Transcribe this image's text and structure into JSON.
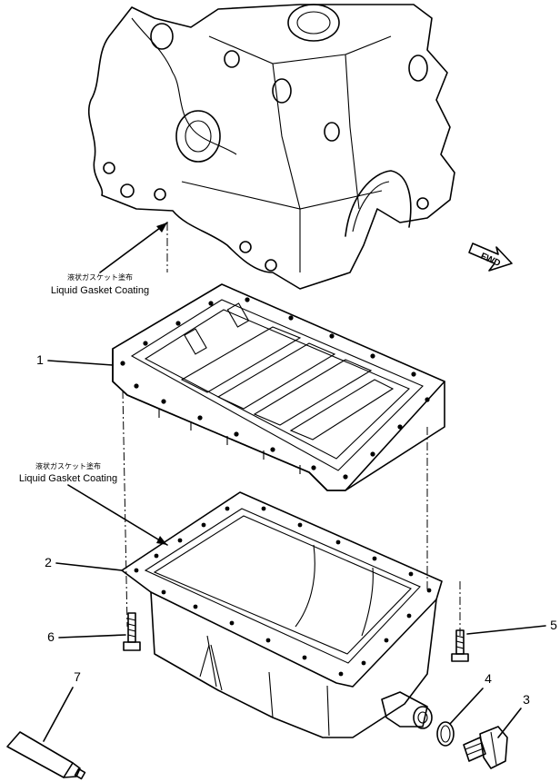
{
  "labels": {
    "coating_top_jp": "液状ガスケット塗布",
    "coating_top_en": "Liquid Gasket Coating",
    "coating_mid_jp": "液状ガスケット塗布",
    "coating_mid_en": "Liquid Gasket Coating",
    "fwd": "FWD"
  },
  "callouts": [
    "1",
    "2",
    "3",
    "4",
    "5",
    "6",
    "7"
  ],
  "parts": [
    {
      "id": "1",
      "icon": "stiffener-plate-icon"
    },
    {
      "id": "2",
      "icon": "oil-pan-icon"
    },
    {
      "id": "3",
      "icon": "drain-plug-icon"
    },
    {
      "id": "4",
      "icon": "o-ring-icon"
    },
    {
      "id": "5",
      "icon": "bolt-icon"
    },
    {
      "id": "6",
      "icon": "bolt-icon"
    },
    {
      "id": "7",
      "icon": "sealant-tube-icon"
    }
  ]
}
